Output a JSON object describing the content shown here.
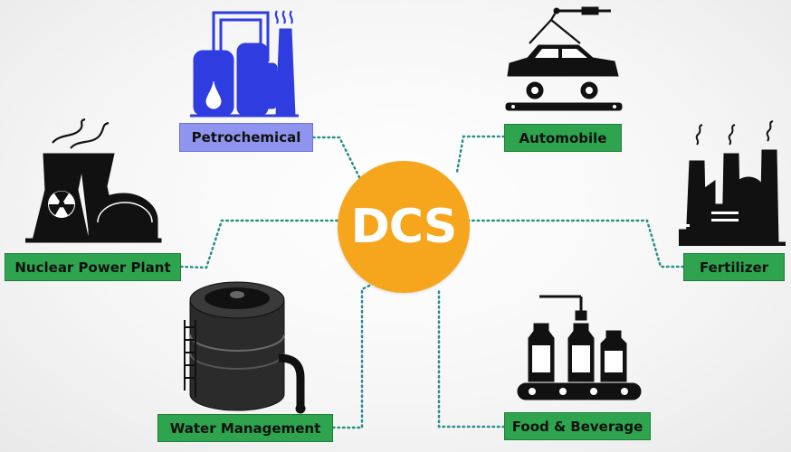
{
  "hub": {
    "label": "DCS",
    "color": "#f5a61d"
  },
  "industries": [
    {
      "name": "Petrochemical",
      "icon": "petrochemical-plant-icon",
      "box_color": "#8f94ef"
    },
    {
      "name": "Automobile",
      "icon": "car-assembly-icon",
      "box_color": "#2ea44f"
    },
    {
      "name": "Nuclear Power Plant",
      "icon": "nuclear-power-plant-icon",
      "box_color": "#2ea44f"
    },
    {
      "name": "Fertilizer",
      "icon": "fertilizer-factory-icon",
      "box_color": "#2ea44f"
    },
    {
      "name": "Water Management",
      "icon": "water-tank-icon",
      "box_color": "#2ea44f"
    },
    {
      "name": "Food & Beverage",
      "icon": "bottling-conveyor-icon",
      "box_color": "#2ea44f"
    }
  ],
  "colors": {
    "connector": "#2a8f86",
    "icon_dark": "#111111",
    "icon_blue": "#2f3de0"
  }
}
